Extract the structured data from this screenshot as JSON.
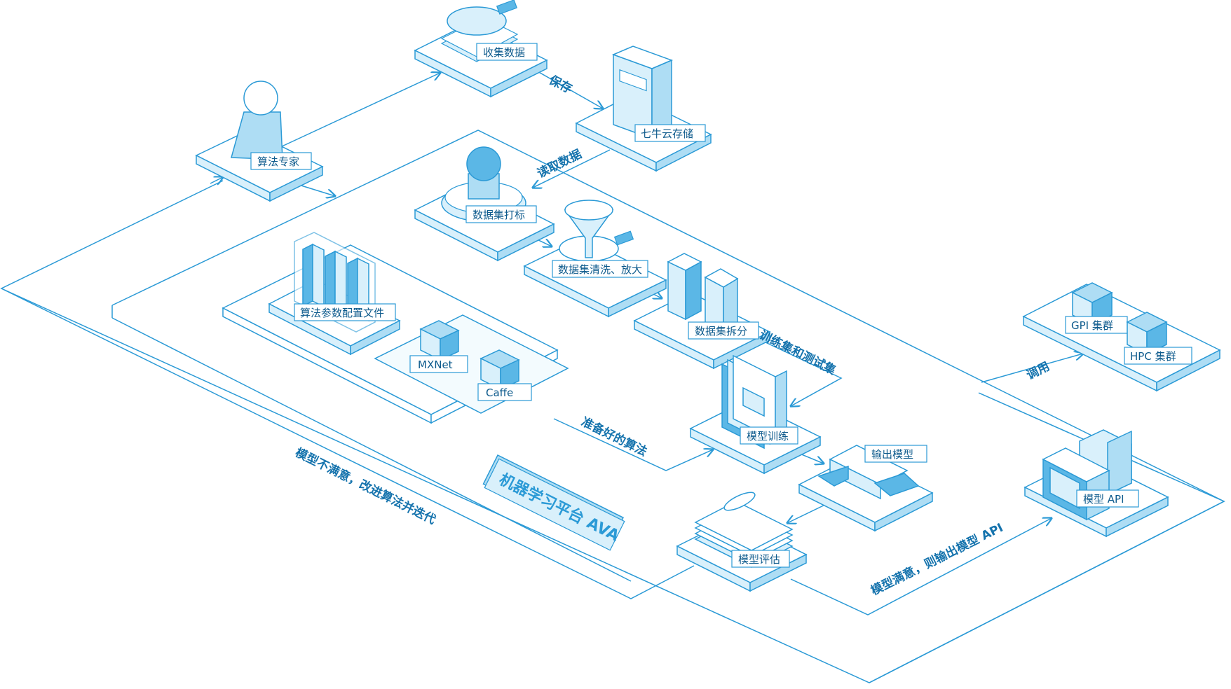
{
  "colors": {
    "stroke": "#2b9ad6",
    "light": "#d9f0fb",
    "mid": "#aeddf4",
    "dark": "#5bb7e6",
    "text": "#0d5a8c",
    "edge_text": "#1573ad"
  },
  "platform": {
    "title": "机器学习平台 AVA"
  },
  "nodes": {
    "expert": "算法专家",
    "collect": "收集数据",
    "storage": "七牛云存储",
    "label": "数据集打标",
    "clean": "数据集清洗、放大",
    "config": "算法参数配置文件",
    "mxnet": "MXNet",
    "caffe": "Caffe",
    "split": "数据集拆分",
    "train": "模型训练",
    "output": "输出模型",
    "evaluate": "模型评估",
    "gpi": "GPI 集群",
    "hpc": "HPC 集群",
    "api": "模型 API"
  },
  "edges": {
    "save": "保存",
    "read": "读取数据",
    "train_test": "训练集和测试集",
    "ready_algo": "准备好的算法",
    "invoke": "调用",
    "satisfied": "模型满意，则输出模型 API",
    "unsatisfied": "模型不满意，改进算法并迭代"
  },
  "icons": [
    "person-icon",
    "magnifier-icon",
    "server-rack-icon",
    "stamp-icon",
    "funnel-icon",
    "config-files-icon",
    "cube-icon",
    "split-icon",
    "book-icon",
    "output-arrows-icon",
    "document-stack-icon",
    "monitor-icon"
  ]
}
